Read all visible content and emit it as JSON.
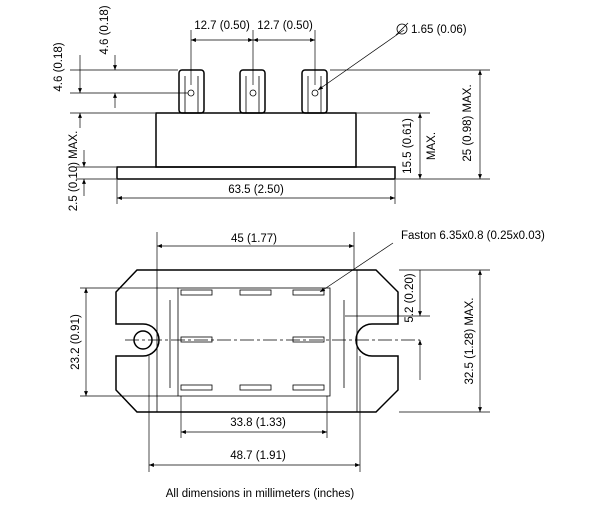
{
  "side_view": {
    "terminal_pitch_1": "12.7 (0.50)",
    "terminal_pitch_2": "12.7 (0.50)",
    "hole_diameter": "1.65 (0.06)",
    "tab_width": "4.6 (0.18)",
    "hole_height": "4.6 (0.18)",
    "base_thickness": "2.5 (0.10) MAX.",
    "housing_height": "15.5 (0.61)",
    "housing_max_label": "MAX.",
    "overall_height": "25 (0.98) MAX.",
    "base_length": "63.5 (2.50)"
  },
  "top_view": {
    "hole_spacing": "45 (1.77)",
    "faston_callout": "Faston 6.35x0.8 (0.25x0.03)",
    "body_height": "23.2 (0.91)",
    "terminal_offset": "5.2 (0.20)",
    "overall_width": "32.5 (1.28) MAX.",
    "terminal_span": "33.8 (1.33)",
    "overall_length": "48.7 (1.91)"
  },
  "footnote": "All dimensions in millimeters (inches)"
}
